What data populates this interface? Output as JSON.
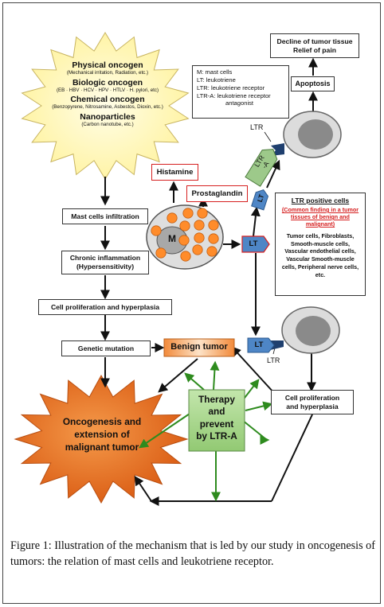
{
  "colors": {
    "arrow_black": "#111111",
    "arrow_green": "#2e8b1e",
    "star_fill": "#fffbd0",
    "cell_orange": "#ff8c2b",
    "therapy_green": "#a8d88a",
    "benign_orange": "#f59d4c",
    "malignant_orange": "#e8681e",
    "lt_blue": "#4e86c6",
    "ltr_navy": "#1f3f6e",
    "ltra_green": "#9dc98a",
    "highlight_red": "#d62020"
  },
  "star": {
    "physical_title": "Physical oncogen",
    "physical_detail": "(Mechanical irritation, Radiation, etc.)",
    "biologic_title": "Biologic oncogen",
    "biologic_detail": "(EB · HBV · HCV · HPV · HTLV · H. pylori, etc)",
    "chemical_title": "Chemical oncogen",
    "chemical_detail": "(Benzopyrene, Nitrosamine, Asbestos, Dioxin, etc.)",
    "nano_title": "Nanoparticles",
    "nano_detail": "(Carbon nanotube, etc.)"
  },
  "legend": {
    "m": "M: mast cells",
    "lt": "LT: leukotriene",
    "ltr": "LTR: leukotriene receptor",
    "ltra": "LTR-A: leukotriene receptor",
    "ltra_cont": "antagonist"
  },
  "flow": {
    "mast_infiltration": "Mast cells infiltration",
    "chronic_1": "Chronic inflammation",
    "chronic_2": "(Hypersensitivity)",
    "cell_prolif": "Cell proliferation and hyperplasia",
    "genetic_mutation": "Genetic mutation",
    "benign_tumor": "Benign tumor",
    "malignant_1": "Oncogenesis and",
    "malignant_2": "extension of",
    "malignant_3": "malignant tumor",
    "therapy_1": "Therapy",
    "therapy_2": "and",
    "therapy_3": "prevent",
    "therapy_4": "by LTR-A",
    "histamine": "Histamine",
    "prostaglandin": "Prostaglandin",
    "mast_label": "M",
    "decline_1": "Decline of tumor tissue",
    "decline_2": "Relief of pain",
    "apoptosis": "Apoptosis",
    "cell_prolif_right_1": "Cell proliferation",
    "cell_prolif_right_2": "and hyperplasia"
  },
  "labels": {
    "lt": "LT",
    "ltr": "LTR",
    "ltra_1": "LTR",
    "ltra_2": "-A"
  },
  "ltr_positive": {
    "title": "LTR positive cells",
    "note": "(Common finding in a tumor tissues of benign and malignant)",
    "cells": "Tumor cells, Fibroblasts, Smooth-muscle cells, Vascular endothelial cells, Vascular Smooth-muscle cells, Peripheral nerve cells, etc."
  },
  "caption": {
    "label": "Figure 1:",
    "text": "Illustration of the mechanism that is led by our study in oncogenesis of tumors: the relation of mast cells and leukotriene receptor."
  }
}
